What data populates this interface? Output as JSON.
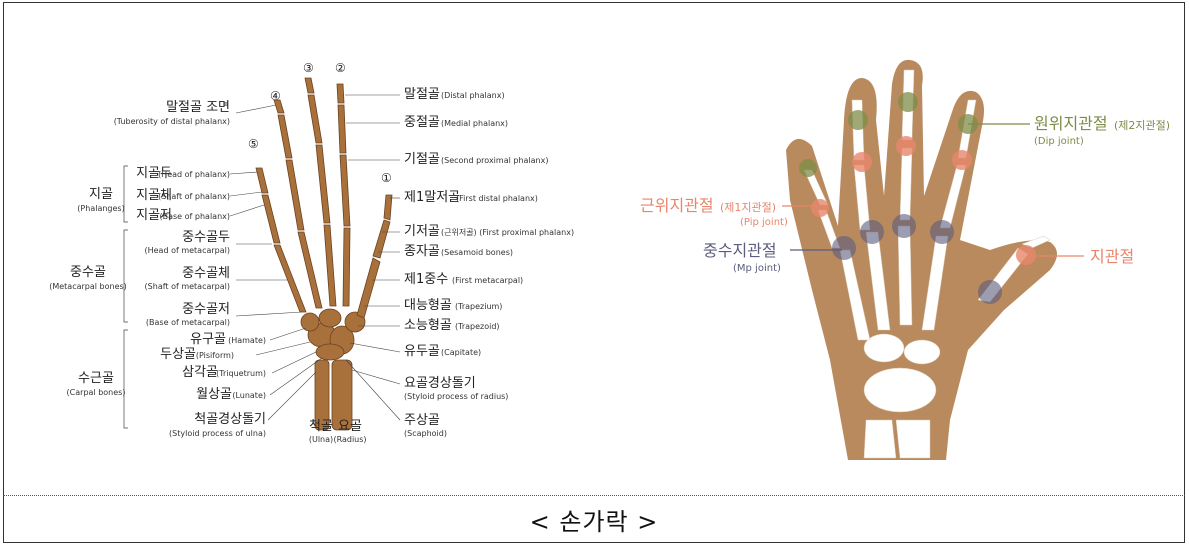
{
  "caption": "< 손가락 >",
  "colors": {
    "skin": "#b98a5e",
    "bone": "#a8713c",
    "joint_green": "#7d8c48",
    "joint_pink": "#e8866b",
    "joint_blue": "#5b5c7e"
  },
  "left": {
    "finger_numbers": [
      "①",
      "②",
      "③",
      "④",
      "⑤"
    ],
    "labels_right": [
      {
        "ko": "말절골",
        "en": "(Distal phalanx)"
      },
      {
        "ko": "중절골",
        "en": "(Medial phalanx)"
      },
      {
        "ko": "기절골",
        "en": "(Second proximal phalanx)"
      },
      {
        "ko": "제1말저골",
        "en": "(First distal phalanx)"
      },
      {
        "ko": "기저골",
        "en": "(근위저골) (First proximal phalanx)"
      },
      {
        "ko": "종자골",
        "en": "(Sesamoid bones)"
      },
      {
        "ko": "제1중수",
        "en": "(First metacarpal)"
      },
      {
        "ko": "대능형골",
        "en": "(Trapezium)"
      },
      {
        "ko": "소능형골",
        "en": "(Trapezoid)"
      },
      {
        "ko": "유두골",
        "en": "(Capitate)"
      },
      {
        "ko": "요골경상돌기",
        "en": "(Styloid process of radius)"
      },
      {
        "ko": "주상골",
        "en": "(Scaphoid)"
      }
    ],
    "labels_left": [
      {
        "ko": "말절골 조면",
        "en": "(Tuberosity of distal phalanx)"
      },
      {
        "ko": "지골두",
        "en": "(Head of phalanx)"
      },
      {
        "ko": "지골체",
        "en": "(Shaft of phalanx)"
      },
      {
        "ko": "지골저",
        "en": "(Base of phalanx)"
      },
      {
        "ko": "중수골두",
        "en": "(Head of metacarpal)"
      },
      {
        "ko": "중수골체",
        "en": "(Shaft of metacarpal)"
      },
      {
        "ko": "중수골저",
        "en": "(Base of metacarpal)"
      },
      {
        "ko": "유구골",
        "en": "(Hamate)"
      },
      {
        "ko": "두상골",
        "en": "(Pisiform)"
      },
      {
        "ko": "삼각골",
        "en": "(Triquetrum)"
      },
      {
        "ko": "월상골",
        "en": "(Lunate)"
      },
      {
        "ko": "척골경상돌기",
        "en": "(Styloid process of ulna)"
      }
    ],
    "groups": [
      {
        "ko": "지골",
        "en": "(Phalanges)"
      },
      {
        "ko": "중수골",
        "en": "(Metacarpal bones)"
      },
      {
        "ko": "수근골",
        "en": "(Carpal bones)"
      }
    ],
    "forearm": [
      {
        "ko": "척골",
        "en": "(Ulna)"
      },
      {
        "ko": "요골",
        "en": "(Radius)"
      }
    ]
  },
  "right": {
    "dip": {
      "ko": "원위지관절",
      "sub": "(제2지관절)",
      "en": "(Dip joint)"
    },
    "pip": {
      "ko": "근위지관절",
      "sub": "(제1지관절)",
      "en": "(Pip joint)"
    },
    "mp": {
      "ko": "중수지관절",
      "en": "(Mp joint)"
    },
    "thumb": {
      "ko": "지관절"
    }
  }
}
